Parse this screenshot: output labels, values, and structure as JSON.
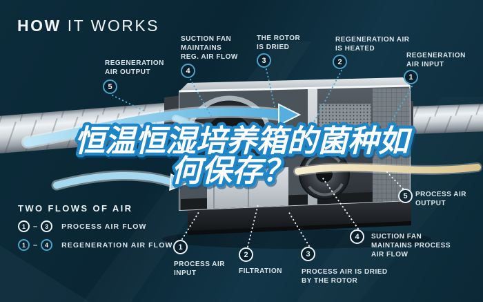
{
  "title": {
    "bold": "HOW",
    "light": "IT WORKS"
  },
  "headline": {
    "line1": "恒温恒湿培养箱的菌种如",
    "line2": "何保存？"
  },
  "legend": {
    "title": "TWO FLOWS OF AIR",
    "dash": "–",
    "rows": [
      {
        "from": "1",
        "to": "3",
        "label": "PROCESS AIR FLOW"
      },
      {
        "from": "1",
        "to": "4",
        "label": "REGENERATION AIR FLOW"
      }
    ]
  },
  "callouts": {
    "regeneration": [
      {
        "num": "5",
        "label": "REGENERATION\nAIR OUTPUT"
      },
      {
        "num": "4",
        "label": "SUCTION FAN\nMAINTAINS\nREG. AIR FLOW"
      },
      {
        "num": "3",
        "label": "THE ROTOR\nIS DRIED"
      },
      {
        "num": "2",
        "label": "REGENERATION AIR\nIS HEATED"
      },
      {
        "num": "1",
        "label": "REGENERATION\nAIR INPUT"
      }
    ],
    "process": [
      {
        "num": "1",
        "label": "PROCESS AIR\nINPUT"
      },
      {
        "num": "2",
        "label": "FILTRATION"
      },
      {
        "num": "3",
        "label": "PROCESS AIR IS DRIED\nBY THE ROTOR"
      },
      {
        "num": "4",
        "label": "SUCTION FAN\nMAINTAINS PROCESS\nAIR FLOW"
      },
      {
        "num": "5",
        "label": "PROCESS AIR\nOUTPUT"
      }
    ]
  },
  "colors": {
    "background": "#0b2836",
    "accent_teal": "#4da3c8",
    "label_text": "#dce6ea",
    "headline_fill": "#ffffff",
    "headline_stroke": "#1e85c6",
    "heater_orange": "#e8741f",
    "airflow_blue": "#7cc6e8",
    "airflow_cream": "#eadfb4"
  }
}
